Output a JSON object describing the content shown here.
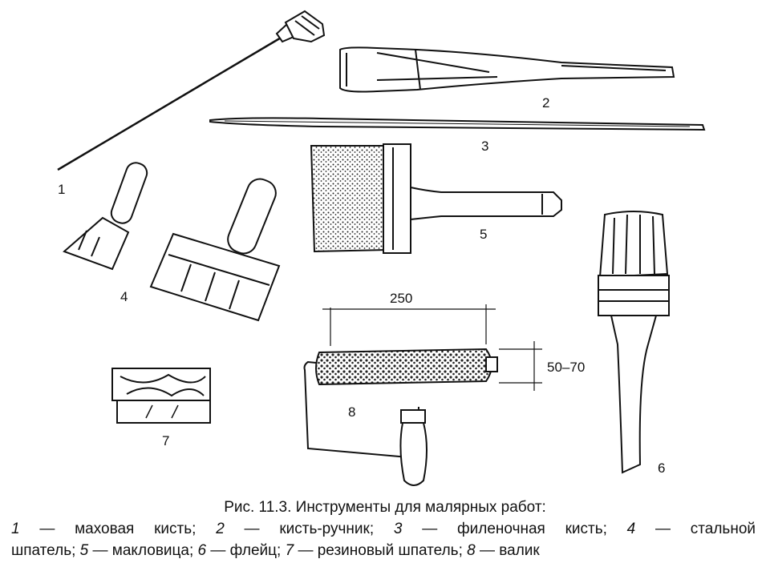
{
  "labels": {
    "tool1": "1",
    "tool2": "2",
    "tool3": "3",
    "tool4": "4",
    "tool5": "5",
    "tool6": "6",
    "tool7": "7",
    "tool8": "8"
  },
  "dimensions": {
    "roller_length": "250",
    "roller_diameter": "50–70"
  },
  "caption": {
    "title": "Рис. 11.3. Инструменты для малярных работ:",
    "items": [
      {
        "num": "1",
        "text": " — маховая кисть; "
      },
      {
        "num": "2",
        "text": " — кисть-ручник; "
      },
      {
        "num": "3",
        "text": " — филеночная кисть; "
      },
      {
        "num": "4",
        "text": " — стальной"
      },
      {
        "text": "шпатель; "
      },
      {
        "num": "5",
        "text": " — макловица; "
      },
      {
        "num": "6",
        "text": " — флейц; "
      },
      {
        "num": "7",
        "text": " — резиновый шпатель; "
      },
      {
        "num": "8",
        "text": " — валик"
      }
    ]
  }
}
